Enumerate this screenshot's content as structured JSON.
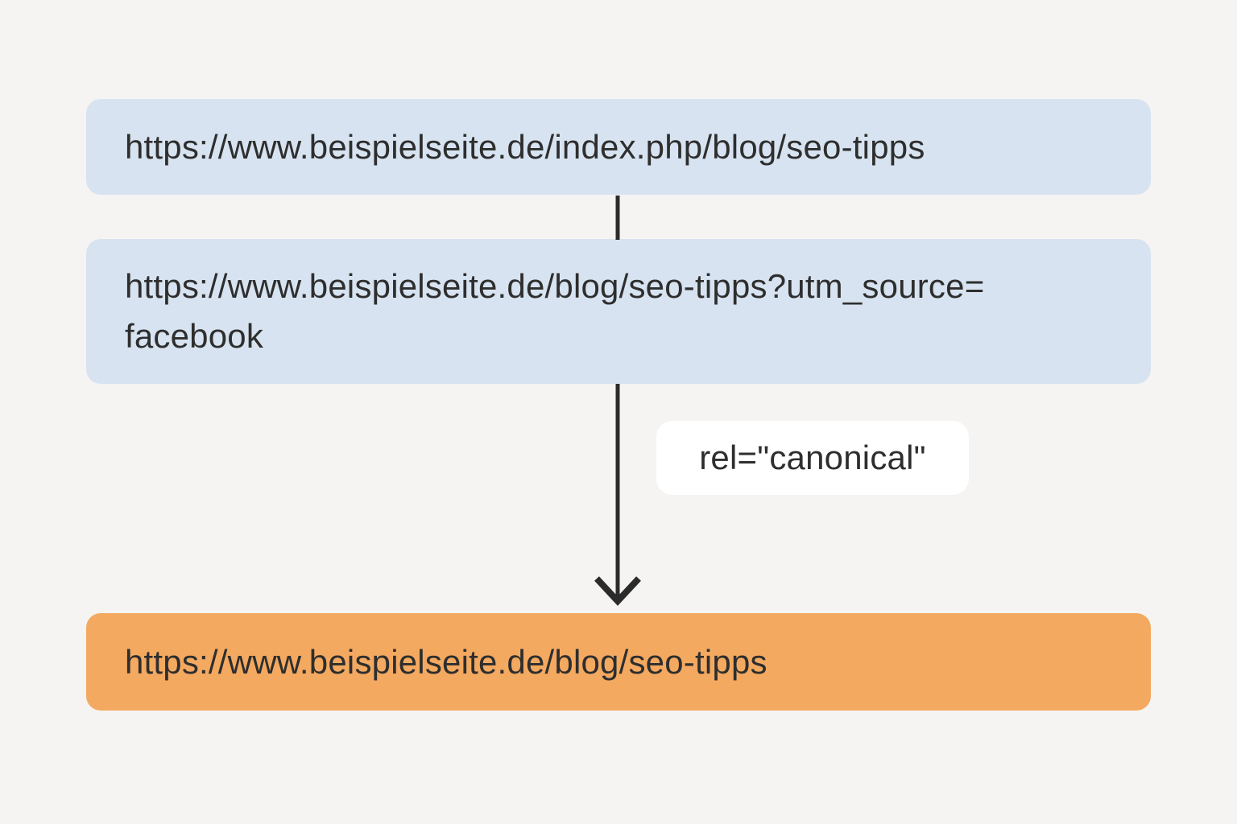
{
  "diagram": {
    "type": "flow",
    "topic": "canonical-url",
    "nodes": [
      {
        "name": "duplicate-url-index-php",
        "text": "https://www.beispielseite.de/index.php/blog/seo-tipps",
        "lines": [
          "https://www.beispielseite.de/index.php/blog/seo-tipps"
        ],
        "fill": "#d7e3f0"
      },
      {
        "name": "duplicate-url-utm-source",
        "text": "https://www.beispielseite.de/blog/seo-tipps?utm_source=facebook",
        "lines": [
          "https://www.beispielseite.de/blog/seo-tipps?utm_source=",
          "facebook"
        ],
        "fill": "#d7e3f0"
      },
      {
        "name": "canonical-url",
        "text": "https://www.beispielseite.de/blog/seo-tipps",
        "lines": [
          "https://www.beispielseite.de/blog/seo-tipps"
        ],
        "fill": "#f4a960"
      }
    ],
    "edges": [
      {
        "from": 0,
        "to": 1,
        "label": "",
        "arrowhead": false
      },
      {
        "from": 1,
        "to": 2,
        "label": "rel=\"canonical\"",
        "arrowhead": true
      }
    ],
    "colors": {
      "background": "#f5f4f2",
      "box_blue": "#d7e3f0",
      "box_orange": "#f4a960",
      "label_bg": "#ffffff",
      "stroke": "#2b2b2b",
      "text": "#2e2e2e"
    }
  }
}
